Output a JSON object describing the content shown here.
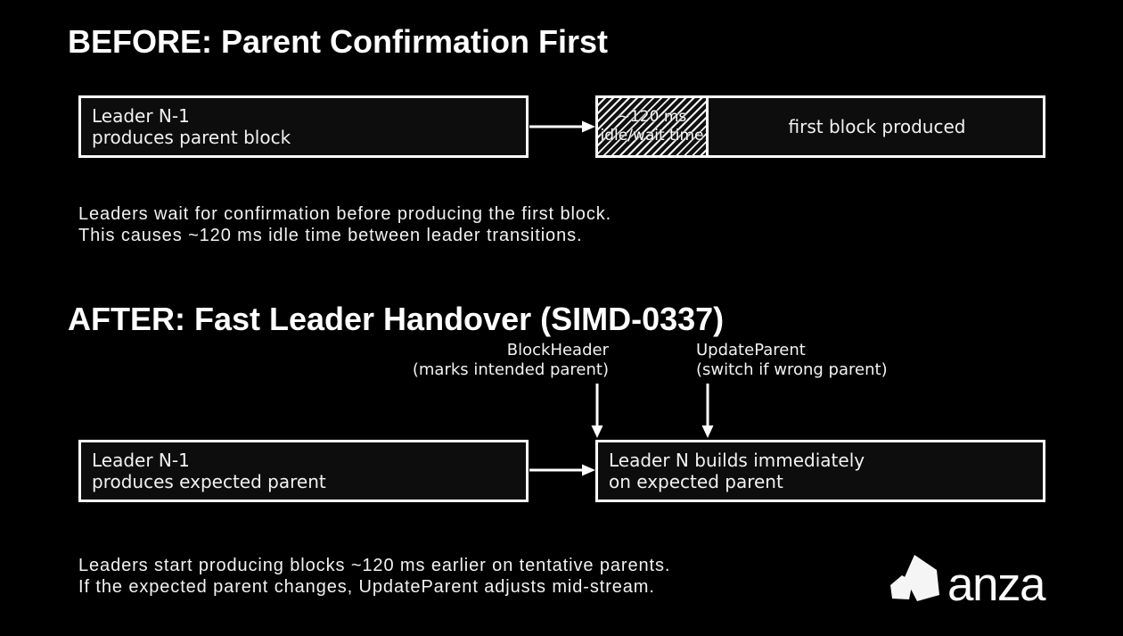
{
  "canvas": {
    "background": "#000000",
    "box_fill": "#0d0d0d",
    "border_color": "#ffffff",
    "text_color": "#f2f2f2"
  },
  "before": {
    "title": "BEFORE: Parent Confirmation First",
    "leader_box": {
      "line1": "Leader N-1",
      "line2": "produces parent block"
    },
    "idle_segment": {
      "line1": "~120 ms",
      "line2": "idle/wait time"
    },
    "first_block_label": "first block produced",
    "caption": {
      "line1": "Leaders wait for confirmation before producing the first block.",
      "line2": "This causes ~120 ms idle time between leader transitions."
    }
  },
  "after": {
    "title": "AFTER: Fast Leader Handover (SIMD-0337)",
    "block_header_annotation": {
      "line1": "BlockHeader",
      "line2": "(marks intended parent)"
    },
    "update_parent_annotation": {
      "line1": "UpdateParent",
      "line2": "(switch if wrong parent)"
    },
    "leader_box": {
      "line1": "Leader N-1",
      "line2": "produces expected parent"
    },
    "builder_box": {
      "line1": "Leader N builds immediately",
      "line2": "on expected parent"
    },
    "caption": {
      "line1": "Leaders start producing blocks ~120 ms earlier on tentative parents.",
      "line2": "If the expected parent changes, UpdateParent adjusts mid-stream."
    }
  },
  "branding": {
    "wordmark": "anza"
  }
}
